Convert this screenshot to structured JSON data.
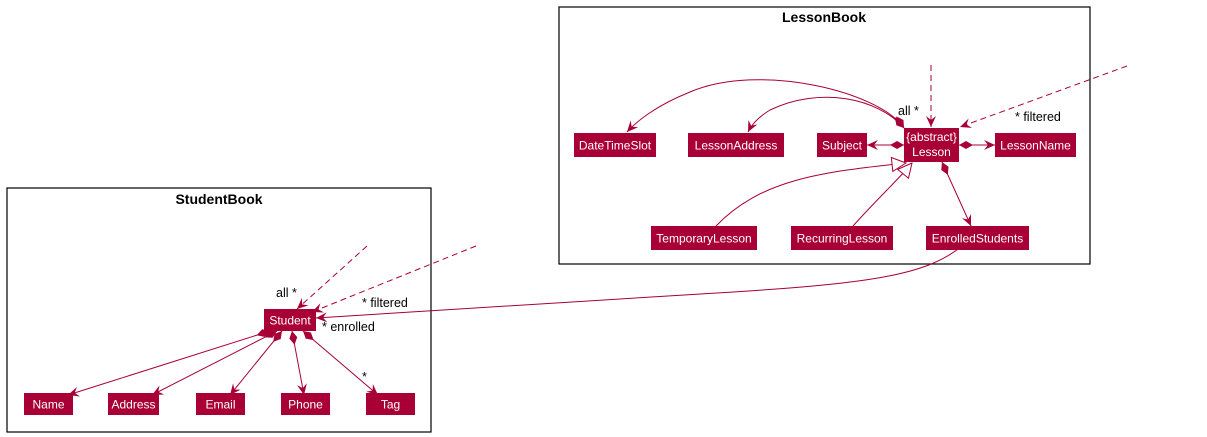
{
  "colors": {
    "class_fill": "#A80036",
    "arrow": "#A80036",
    "package_border": "#000000",
    "class_text": "#FFFFFF"
  },
  "packages": {
    "lesson_book": {
      "title": "LessonBook"
    },
    "student_book": {
      "title": "StudentBook"
    }
  },
  "classes": {
    "lesson": {
      "stereotype": "{abstract}",
      "name": "Lesson"
    },
    "date_time_slot": {
      "name": "DateTimeSlot"
    },
    "lesson_address": {
      "name": "LessonAddress"
    },
    "subject": {
      "name": "Subject"
    },
    "lesson_name": {
      "name": "LessonName"
    },
    "temporary_lesson": {
      "name": "TemporaryLesson"
    },
    "recurring_lesson": {
      "name": "RecurringLesson"
    },
    "enrolled_students": {
      "name": "EnrolledStudents"
    },
    "student": {
      "name": "Student"
    },
    "name": {
      "name": "Name"
    },
    "address": {
      "name": "Address"
    },
    "email": {
      "name": "Email"
    },
    "phone": {
      "name": "Phone"
    },
    "tag": {
      "name": "Tag"
    }
  },
  "multiplicities": {
    "lesson_all": "all *",
    "lesson_filtered": "* filtered",
    "student_all": "all *",
    "student_filtered": "* filtered",
    "student_enrolled": "* enrolled",
    "tag_many": "*"
  }
}
